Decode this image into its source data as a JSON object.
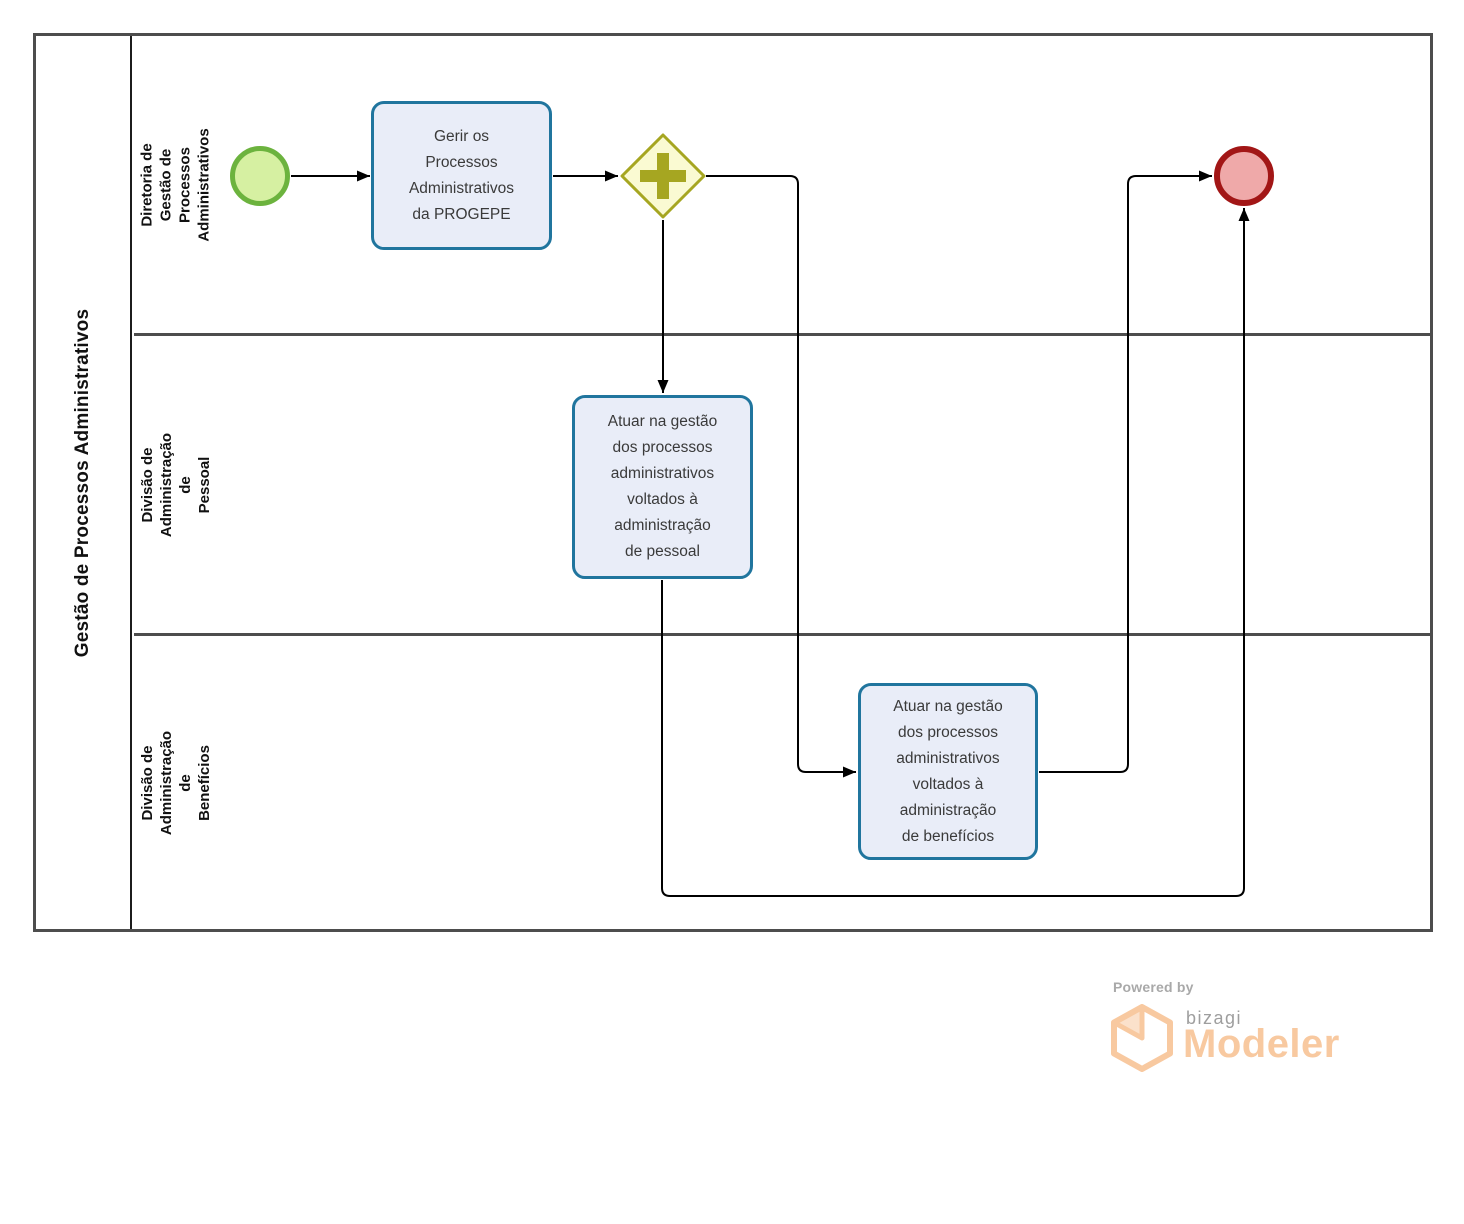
{
  "pool": {
    "title": "Gestão de Processos Administrativos",
    "lanes": [
      {
        "title": "Diretoria de Gestão de\nProcessos Administrativos"
      },
      {
        "title": "Divisão de Administração de\nPessoal"
      },
      {
        "title": "Divisão de Administração de\nBenefícios"
      }
    ]
  },
  "process": {
    "tasks": [
      {
        "label": "Gerir os\nProcessos\nAdministrativos\nda PROGEPE"
      },
      {
        "label": "Atuar na gestão\ndos processos\nadministrativos\nvoltados à\nadministração\nde pessoal"
      },
      {
        "label": "Atuar na gestão\ndos processos\nadministrativos\nvoltados à\nadministração\nde benefícios"
      }
    ],
    "gateway": {
      "type": "parallel"
    },
    "events": {
      "start": "start-event",
      "end": "end-event"
    }
  },
  "footer": {
    "powered_by": "Powered by",
    "brand": "bizagi",
    "product": "Modeler"
  },
  "colors": {
    "pool_border": "#4D4D4D",
    "separator": "#1C1C1C",
    "task_border": "#20759E",
    "task_fill": "#E9EDF8",
    "start_border": "#6CB33E",
    "start_fill": "#D6F0A2",
    "gateway_border": "#A6A621",
    "gateway_fill": "#FAFAD2",
    "end_border": "#A21616",
    "end_fill": "#EFA9A9",
    "connector": "#000000",
    "text": "#3A3A3A",
    "logo_orange": "#F8C9A0",
    "logo_gray": "#9E9E9E"
  }
}
